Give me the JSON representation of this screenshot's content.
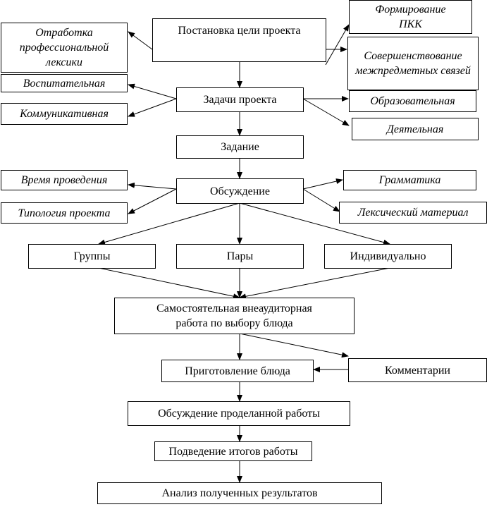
{
  "nodes": {
    "goal": "Постановка цели проекта",
    "vocab": "Отработка профессиональной лексики",
    "pkk": "Формирование ПКК",
    "interdisc": "Совершенствование межпредметных связей",
    "tasks": "Задачи проекта",
    "upbringing": "Воспитательная",
    "communicative": "Коммуникативная",
    "educational": "Образовательная",
    "activity": "Деятельная",
    "assignment": "Задание",
    "discussion": "Обсуждение",
    "time": "Время проведения",
    "typology": "Типология проекта",
    "grammar": "Грамматика",
    "lexical": "Лексический материал",
    "groups": "Группы",
    "pairs": "Пары",
    "individual": "Индивидуально",
    "selfwork": "Самостоятельная внеаудиторная работа по выбору блюда",
    "cooking": "Приготовление блюда",
    "comments": "Комментарии",
    "review": "Обсуждение проделанной работы",
    "summary": "Подведение итогов работы",
    "analysis": "Анализ полученных результатов"
  }
}
